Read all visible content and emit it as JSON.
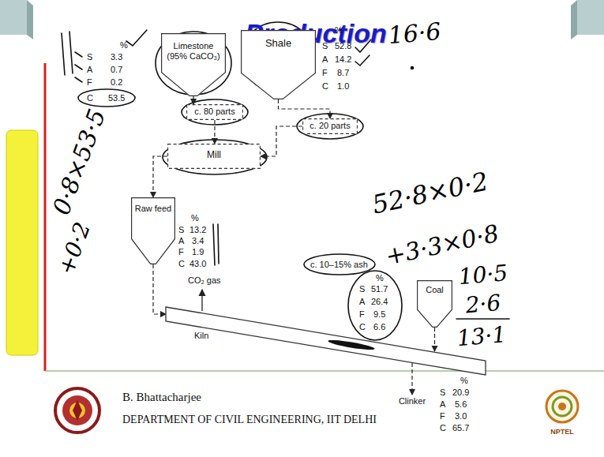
{
  "diagram": {
    "title": "Production",
    "nodes": [
      {
        "text": [
          "Limestone (95% CaCO₃)"
        ]
      },
      {
        "text": [
          "Shale"
        ]
      },
      {
        "text": [
          "c. 80 parts"
        ]
      },
      {
        "text": [
          "c. 20 parts"
        ]
      },
      {
        "text": [
          "Mill"
        ]
      },
      {
        "text": [
          "Raw feed"
        ]
      },
      {
        "text": [
          "Kiln"
        ]
      },
      {
        "text": [
          "Coal"
        ]
      },
      {
        "text": [
          "Clinker"
        ]
      }
    ],
    "edges": [
      {
        "from": 0,
        "to": 2,
        "arrow": "to"
      },
      {
        "from": 1,
        "to": 3,
        "arrow": "to"
      },
      {
        "from": 2,
        "to": 4,
        "arrow": "to"
      },
      {
        "from": 3,
        "to": 4,
        "arrow": "to"
      },
      {
        "from": 4,
        "to": 5,
        "arrow": "to"
      },
      {
        "from": 5,
        "to": 6,
        "arrow": "to"
      },
      {
        "from": 7,
        "to": 6,
        "arrow": "to"
      },
      {
        "from": 6,
        "to": 8,
        "arrow": "to"
      }
    ],
    "labels": [
      "%",
      "S",
      "3.3",
      "A",
      "0.7",
      "F",
      "0.2",
      "C",
      "53.5",
      "%",
      "S",
      "52.8",
      "A",
      "14.2",
      "F",
      "8.7",
      "C",
      "1.0",
      "%",
      "S",
      "13.2",
      "A",
      "3.4",
      "F",
      "1.9",
      "C",
      "43.0",
      "CO₂ gas",
      "c. 10–15% ash",
      "%",
      "S",
      "51.7",
      "A",
      "26.4",
      "F",
      "9.5",
      "C",
      "6.6",
      "%",
      "S",
      "20.9",
      "A",
      "5.6",
      "F",
      "3.0",
      "C",
      "65.7",
      "B. Bhattacharjee",
      "DEPARTMENT OF CIVIL ENGINEERING, IIT DELHI",
      "NPTEL",
      "16·6",
      "0·8×53·5",
      "+0·2",
      "52·8×0·2",
      "+3·3×0·8",
      "10·5",
      "2·6",
      "13·1"
    ]
  }
}
